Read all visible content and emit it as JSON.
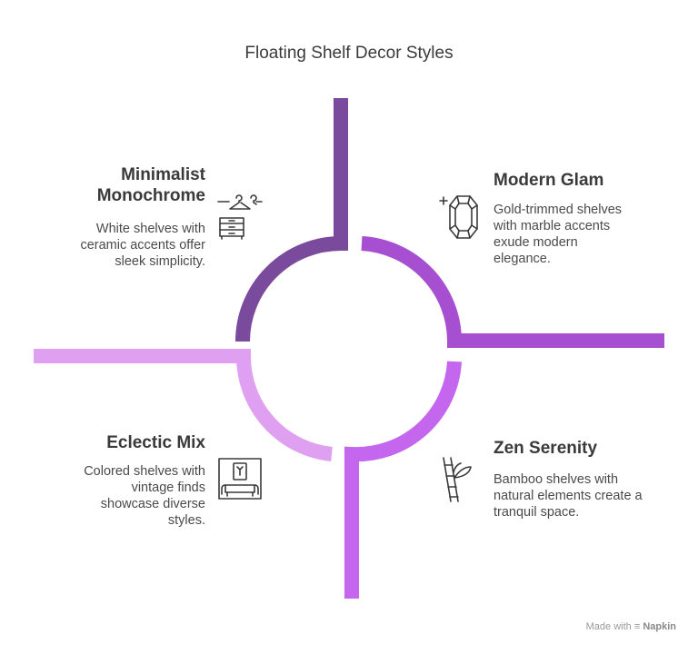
{
  "title": "Floating Shelf Decor Styles",
  "colors": {
    "minimalist": "#7a4a9c",
    "modern_glam": "#a64fd1",
    "zen": "#c466ee",
    "eclectic": "#dfa0f2"
  },
  "sections": {
    "minimalist": {
      "heading_line1": "Minimalist",
      "heading_line2": "Monochrome",
      "desc_line1": "White shelves with",
      "desc_line2": "ceramic accents offer",
      "desc_line3": "sleek simplicity.",
      "icon": "hanger-dresser-icon"
    },
    "modern_glam": {
      "heading": "Modern Glam",
      "desc_line1": "Gold-trimmed shelves",
      "desc_line2": "with marble accents",
      "desc_line3": "exude modern",
      "desc_line4": "elegance.",
      "icon": "gem-icon"
    },
    "eclectic": {
      "heading": "Eclectic Mix",
      "desc_line1": "Colored shelves with",
      "desc_line2": "vintage finds",
      "desc_line3": "showcase diverse",
      "desc_line4": "styles.",
      "icon": "vintage-furniture-icon"
    },
    "zen": {
      "heading": "Zen Serenity",
      "desc_line1": "Bamboo shelves with",
      "desc_line2": "natural elements create a",
      "desc_line3": "tranquil space.",
      "icon": "bamboo-icon"
    }
  },
  "footer": {
    "prefix": "Made with",
    "brand": "Napkin"
  }
}
